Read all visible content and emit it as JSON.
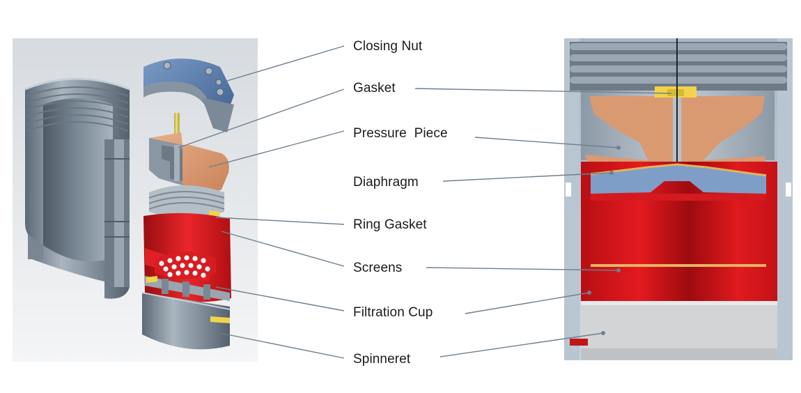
{
  "labels": {
    "closing_nut": "Closing Nut",
    "gasket": "Gasket",
    "pressure_piece": "Pressure  Piece",
    "diaphragm": "Diaphragm",
    "ring_gasket": "Ring Gasket",
    "screens": "Screens",
    "filtration_cup": "Filtration Cup",
    "spinneret": "Spinneret"
  },
  "colors": {
    "steel": "#8e9aa6",
    "nut_blue": "#5a7fb0",
    "pressure_piece_copper": "#d99a72",
    "filtration_red": "#e0151b",
    "gasket_yellow": "#f2d24a",
    "leader_line": "#6f7f8c"
  }
}
